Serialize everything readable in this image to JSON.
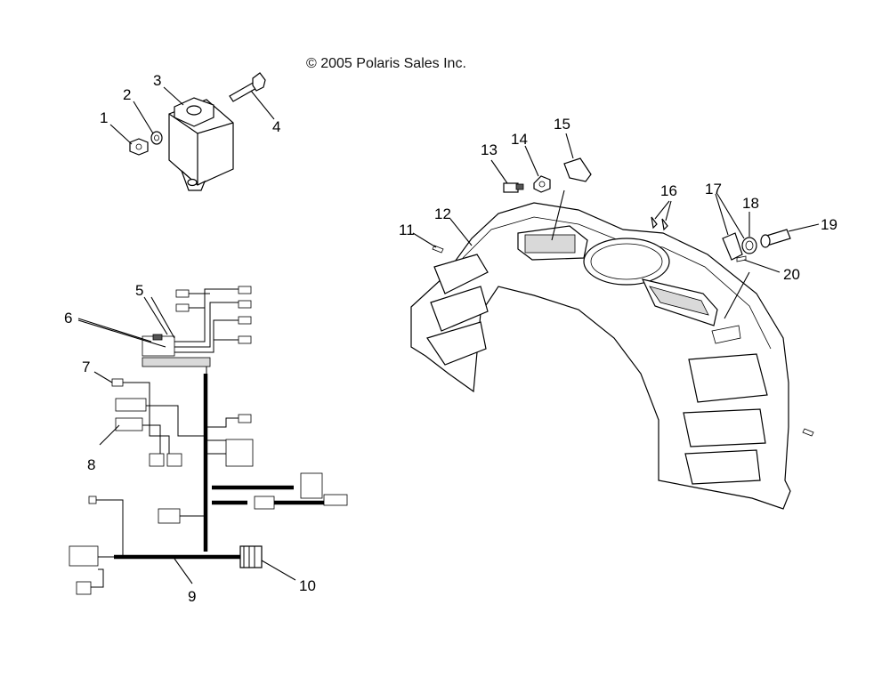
{
  "copyright": "© 2005 Polaris Sales Inc.",
  "callouts": [
    "1",
    "2",
    "3",
    "4",
    "5",
    "6",
    "7",
    "8",
    "9",
    "10",
    "11",
    "12",
    "13",
    "14",
    "15",
    "16",
    "17",
    "18",
    "19",
    "20"
  ],
  "assemblies": {
    "module": "cdi-module-icon",
    "harness": "wiring-harness-icon",
    "dash": "dash-panel-icon"
  }
}
